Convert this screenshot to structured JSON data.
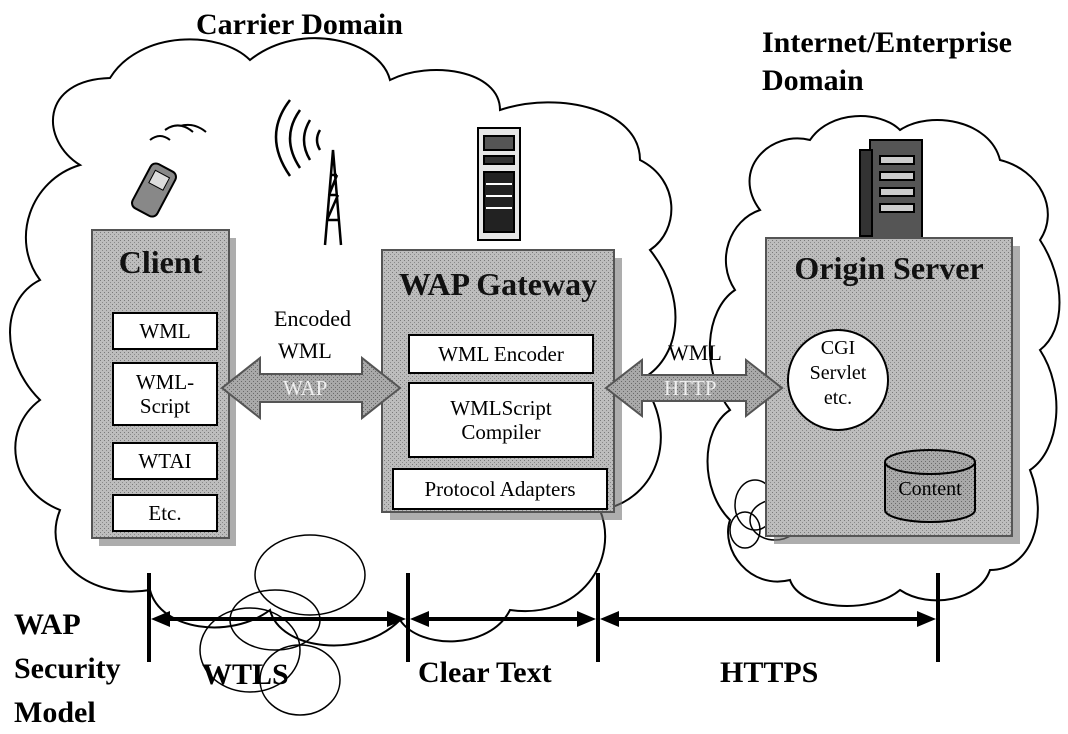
{
  "domains": {
    "carrier": "Carrier Domain",
    "internet_line1": "Internet/Enterprise",
    "internet_line2": "Domain"
  },
  "client": {
    "title": "Client",
    "modules": [
      "WML",
      "WML-\nScript",
      "WTAI",
      "Etc."
    ]
  },
  "gateway": {
    "title": "WAP Gateway",
    "modules": [
      "WML Encoder",
      "WMLScript\nCompiler",
      "Protocol Adapters"
    ]
  },
  "origin": {
    "title": "Origin Server",
    "cgi": "CGI\nServlet\netc.",
    "content": "Content"
  },
  "links": {
    "encoded_line1": "Encoded",
    "encoded_line2": "WML",
    "wap": "WAP",
    "wml": "WML",
    "http": "HTTP"
  },
  "security": {
    "model_line1": "WAP",
    "model_line2": "Security",
    "model_line3": "Model",
    "wtls": "WTLS",
    "clear_text": "Clear Text",
    "https": "HTTPS"
  },
  "icons": [
    "phone-icon",
    "antenna-tower-icon",
    "gateway-server-icon",
    "origin-server-icon",
    "database-icon"
  ]
}
